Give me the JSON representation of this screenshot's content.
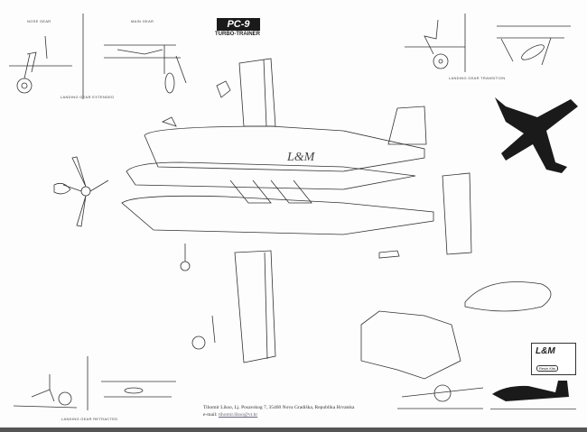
{
  "header": {
    "logo_text": "PC-9",
    "subtitle": "TURBO-TRAINER"
  },
  "panels": {
    "nose_gear_title": "NOSE GEAR",
    "main_gear_title": "MAIN GEAR",
    "extended_caption": "LANDING GEAR EXTENDED",
    "transition_caption": "LANDING GEAR TRANSITION",
    "retracted_caption": "LANDING GEAR RETRACTED"
  },
  "fuselage_marking": "L&M",
  "brand_box": {
    "title": "L&M",
    "subtitle": "Resin Kits"
  },
  "footer": {
    "address": "Tihomir Likso, Lj. Posavskog 7, 35400 Nova Gradiška, Republika Hrvatska",
    "email_label": "e-mail:",
    "email": "tihomir.likso@vt.hr"
  },
  "colors": {
    "ink": "#222222",
    "paper": "#fdfdfd",
    "silhouette": "#1a1a1a"
  }
}
